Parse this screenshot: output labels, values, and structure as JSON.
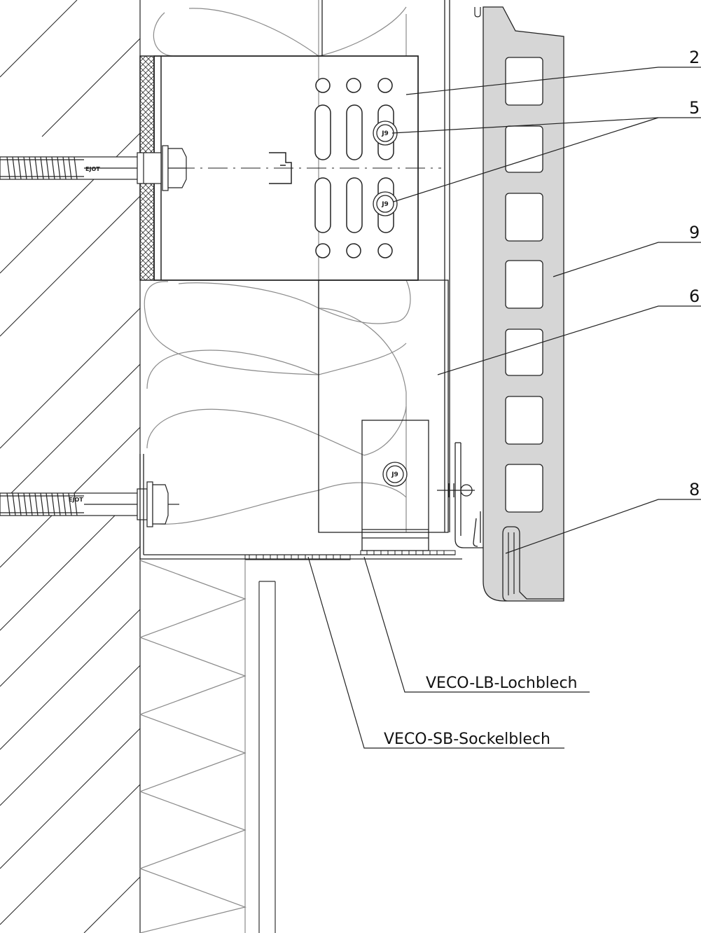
{
  "callouts": {
    "c2": "2",
    "c5": "5",
    "c9": "9",
    "c6": "6",
    "c8": "8"
  },
  "captions": {
    "lochblech": "VECO-LB-Lochblech",
    "sockelblech": "VECO-SB-Sockelblech"
  },
  "bolts": {
    "marking": "J9",
    "anchor_brand": "EJOT"
  },
  "colors": {
    "line": "#1a1a1a",
    "insulation": "#8a8a8a",
    "panel_fill": "#d6d6d6",
    "hatch": "#333333"
  }
}
